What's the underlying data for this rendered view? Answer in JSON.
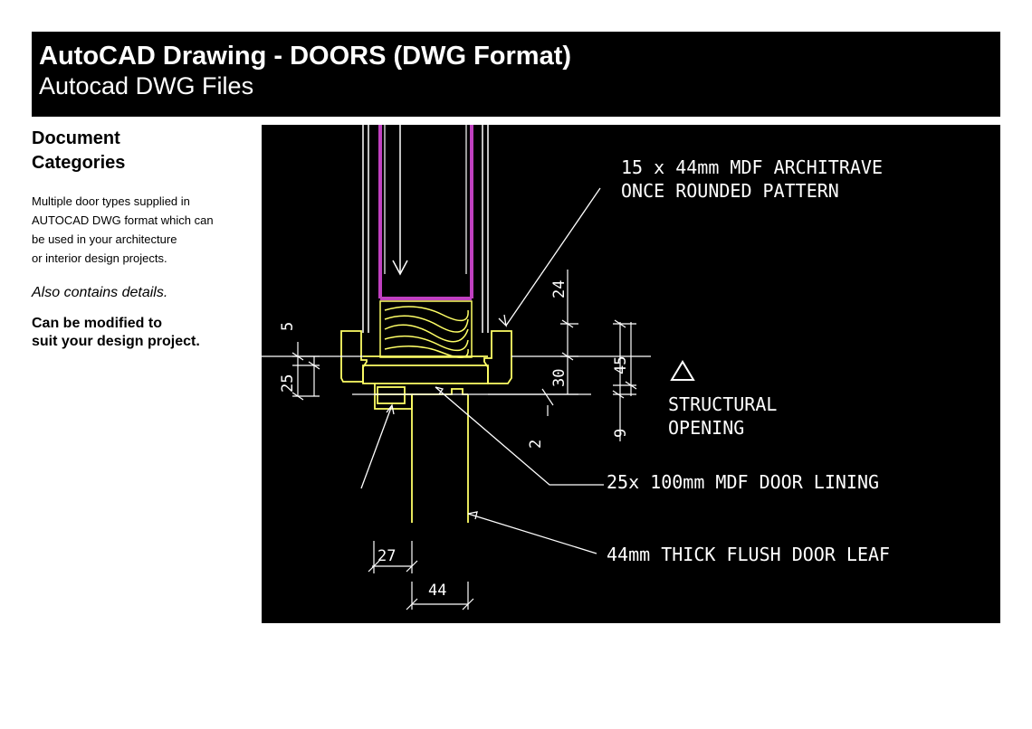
{
  "header": {
    "title": "AutoCAD Drawing - DOORS (DWG Format)",
    "subtitle": "Autocad DWG Files"
  },
  "sidebar": {
    "category_title_line1": "Document",
    "category_title_line2": "Categories",
    "description_lines": [
      "Multiple door types supplied in",
      "AUTOCAD DWG format which can",
      "be used in your architecture",
      "or interior design projects."
    ],
    "italic_note": "Also contains details.",
    "bold_note_line1": "Can be modified to",
    "bold_note_line2": "suit your design project."
  },
  "drawing": {
    "labels": {
      "architrave_line1": "15 x 44mm MDF ARCHITRAVE",
      "architrave_line2": "ONCE ROUNDED PATTERN",
      "structural_line1": "STRUCTURAL",
      "structural_line2": "OPENING",
      "door_lining": "25x 100mm MDF DOOR LINING",
      "door_leaf": "44mm THICK FLUSH DOOR LEAF"
    },
    "dimensions": {
      "d5": "5",
      "d25": "25",
      "d24": "24",
      "d30": "30",
      "d45": "45",
      "d9": "9",
      "d2": "2",
      "d27": "27",
      "d44": "44"
    },
    "colors": {
      "background": "#000000",
      "yellow": "#ffff66",
      "magenta": "#c040c0",
      "white": "#ffffff"
    }
  }
}
